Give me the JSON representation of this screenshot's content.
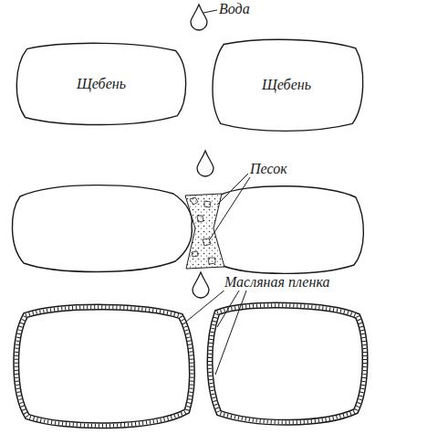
{
  "diagram": {
    "nodes": [
      {
        "text": [
          "Щебень"
        ]
      },
      {
        "text": [
          "Щебень"
        ]
      }
    ],
    "labels": [
      "Вода",
      "Песок",
      "Масляная пленка"
    ]
  }
}
